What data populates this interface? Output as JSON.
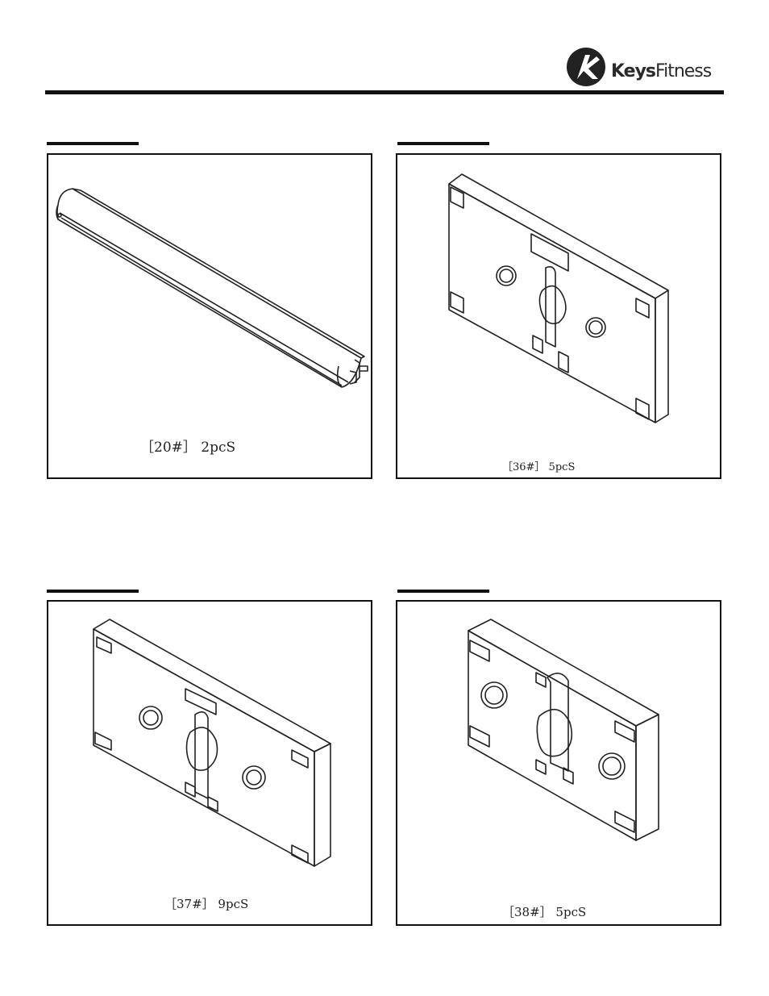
{
  "header": {
    "brand_bold": "Keys",
    "brand_rest": "Fitness",
    "logo_icon": "keys-fitness-logo"
  },
  "parts": [
    {
      "id": "part-20",
      "caption": "［20#］ 2pcS",
      "icon": "tube-icon"
    },
    {
      "id": "part-36",
      "caption": "［36#］ 5pcS",
      "icon": "plate-icon"
    },
    {
      "id": "part-37",
      "caption": "［37#］ 9pcS",
      "icon": "plate-icon"
    },
    {
      "id": "part-38",
      "caption": "［38#］ 5pcS",
      "icon": "plate-icon"
    }
  ]
}
